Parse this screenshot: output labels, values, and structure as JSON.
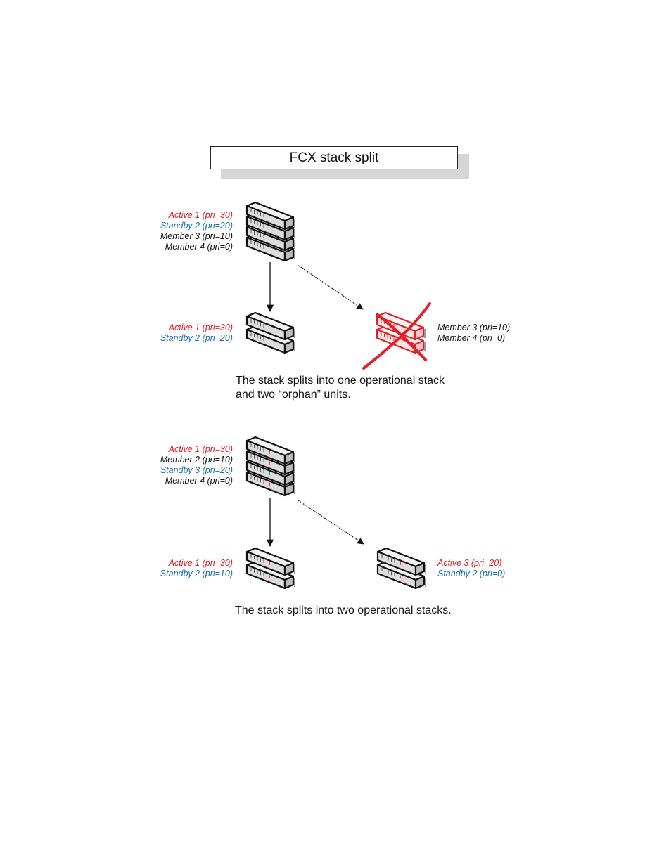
{
  "title": "FCX stack split",
  "colors": {
    "active": "#e0202a",
    "standby": "#1a6fa8",
    "member": "#111111",
    "failed": "#e0202a"
  },
  "scenario1": {
    "original_stack": [
      "Active 1 (pri=30)",
      "Standby 2 (pri=20)",
      "Member 3 (pri=10)",
      "Member 4 (pri=0)"
    ],
    "left_result": [
      "Active 1 (pri=30)",
      "Standby 2 (pri=20)"
    ],
    "right_result": [
      "Member 3 (pri=10)",
      "Member 4 (pri=0)"
    ],
    "caption_line1": "The stack splits into one operational stack",
    "caption_line2": "and two “orphan” units."
  },
  "scenario2": {
    "original_stack": [
      "Active 1 (pri=30)",
      "Member 2 (pri=10)",
      "Standby 3 (pri=20)",
      "Member 4 (pri=0)"
    ],
    "left_result": [
      "Active 1 (pri=30)",
      "Standby 2 (pri=10)"
    ],
    "right_result": [
      "Active 3 (pri=20)",
      "Standby 2 (pri=0)"
    ],
    "caption": "The stack splits into two operational stacks."
  }
}
